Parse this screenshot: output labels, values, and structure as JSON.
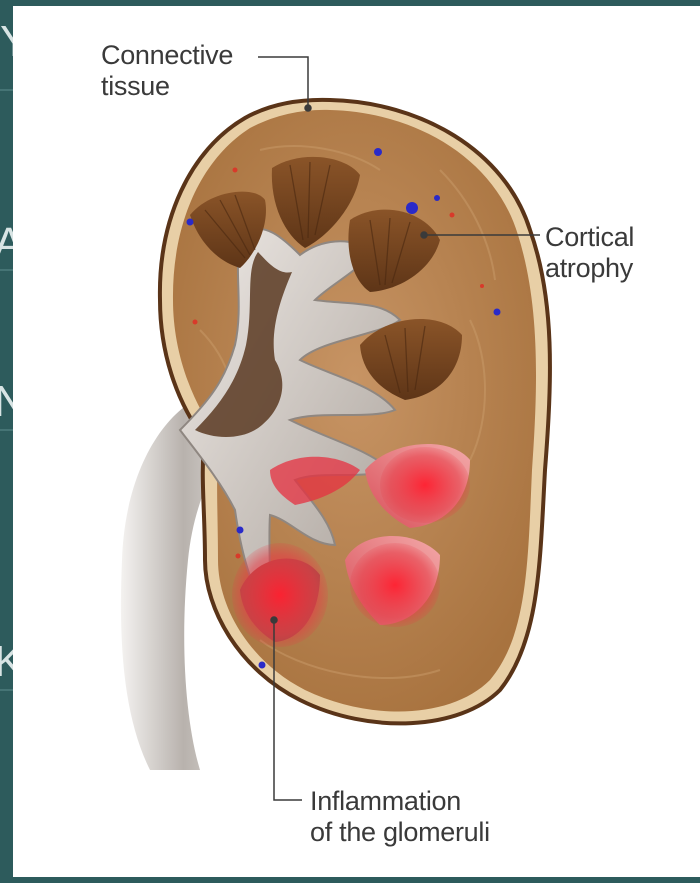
{
  "labels": {
    "connective": [
      "Connective",
      "tissue"
    ],
    "cortical": [
      "Cortical",
      "atrophy"
    ],
    "inflammation": [
      "Inflammation",
      "of the glomeruli"
    ]
  },
  "colors": {
    "background": "#2d5b5c",
    "panel": "#ffffff",
    "kidney_cortex": "#b98552",
    "kidney_capsule": "#e8cfa6",
    "pyramid": "#7a4a22",
    "pelvis": "#c9c3bd",
    "inflammation": "#e8283a",
    "text": "#3a3a3a"
  },
  "decor": {
    "edge_letters": [
      "Y",
      "A",
      "N",
      "K"
    ]
  }
}
